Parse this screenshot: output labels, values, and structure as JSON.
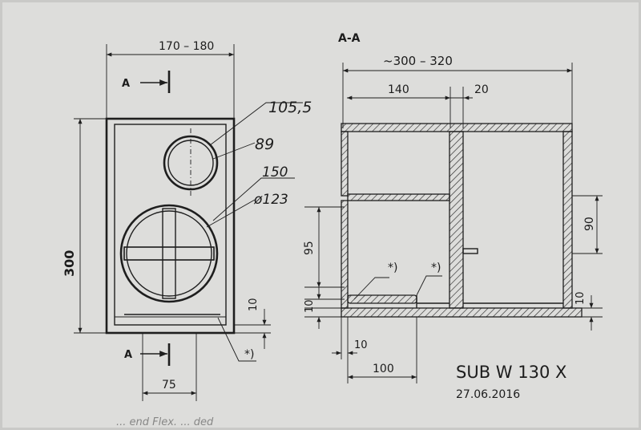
{
  "front_view": {
    "width_label": "170 – 180",
    "height_label": "300",
    "port_outer_label": "105,5",
    "port_inner_label": "89",
    "driver_outer_label": "150",
    "driver_inner_label": "ø123",
    "bottom_gap_label": "10",
    "port_offset_label": "75",
    "section_label_top": "A",
    "section_label_bottom": "A",
    "note_marker": "*)"
  },
  "section_view": {
    "title": "A-A",
    "depth_label": "~300 – 320",
    "chamber_label": "140",
    "wall_label": "20",
    "height_95_label": "95",
    "height_90_label": "90",
    "bottom_left_10_label": "10",
    "bottom_right_10_label": "10",
    "floor_10_label": "10",
    "port_length_label": "100",
    "note_marker_1": "*)",
    "note_marker_2": "*)"
  },
  "title_block": {
    "model": "SUB W 130 X",
    "date": "27.06.2016"
  },
  "footer_note": "... end Flex. ... ded"
}
